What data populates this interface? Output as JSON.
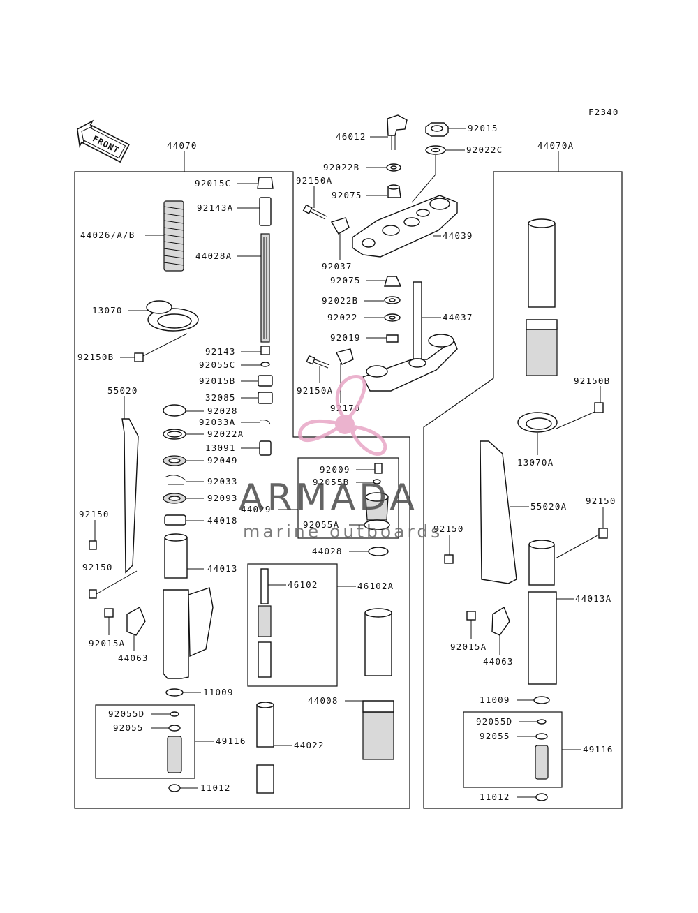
{
  "figure_code": "F2340",
  "front_arrow": "FRONT",
  "watermark": {
    "brand": "ARMADA",
    "tagline": "marine outboards",
    "logo_color": "#e8a6c6",
    "text_color": "#4a4a4a"
  },
  "assemblies": {
    "left": "44070",
    "right": "44070A"
  },
  "labels": {
    "p46012": "46012",
    "p92015": "92015",
    "p92022C": "92022C",
    "p92022B_top": "92022B",
    "p92150A_top": "92150A",
    "p92075_top": "92075",
    "p44039": "44039",
    "p92037": "92037",
    "p92075_mid": "92075",
    "p92022B_mid": "92022B",
    "p92022": "92022",
    "p44037": "44037",
    "p92019": "92019",
    "p92150A_low": "92150A",
    "p92170": "92170",
    "p92015C": "92015C",
    "p92143A": "92143A",
    "p44026AB": "44026/A/B",
    "p44028A": "44028A",
    "p13070": "13070",
    "p92150B_left": "92150B",
    "p92143": "92143",
    "p92055C": "92055C",
    "p92015B": "92015B",
    "p32085": "32085",
    "p55020": "55020",
    "p92028": "92028",
    "p92033A": "92033A",
    "p92022A": "92022A",
    "p13091": "13091",
    "p92049": "92049",
    "p92033": "92033",
    "p92093": "92093",
    "p44018": "44018",
    "p92150_left1": "92150",
    "p92150_left2": "92150",
    "p44013": "44013",
    "p92015A_left": "92015A",
    "p44063_left": "44063",
    "p11009_left": "11009",
    "p92055D_left": "92055D",
    "p92055_left": "92055",
    "p49116_left": "49116",
    "p11012_left": "11012",
    "p92009": "92009",
    "p92055B": "92055B",
    "p44029": "44029",
    "p92055A": "92055A",
    "p44028": "44028",
    "p46102": "46102",
    "p46102A": "46102A",
    "p44008": "44008",
    "p44022": "44022",
    "p92150B_right": "92150B",
    "p13070A": "13070A",
    "p55020A": "55020A",
    "p92150_right1": "92150",
    "p92150_right2": "92150",
    "p44013A": "44013A",
    "p92015A_right": "92015A",
    "p44063_right": "44063",
    "p11009_right": "11009",
    "p92055D_right": "92055D",
    "p92055_right": "92055",
    "p49116_right": "49116",
    "p11012_right": "11012"
  }
}
